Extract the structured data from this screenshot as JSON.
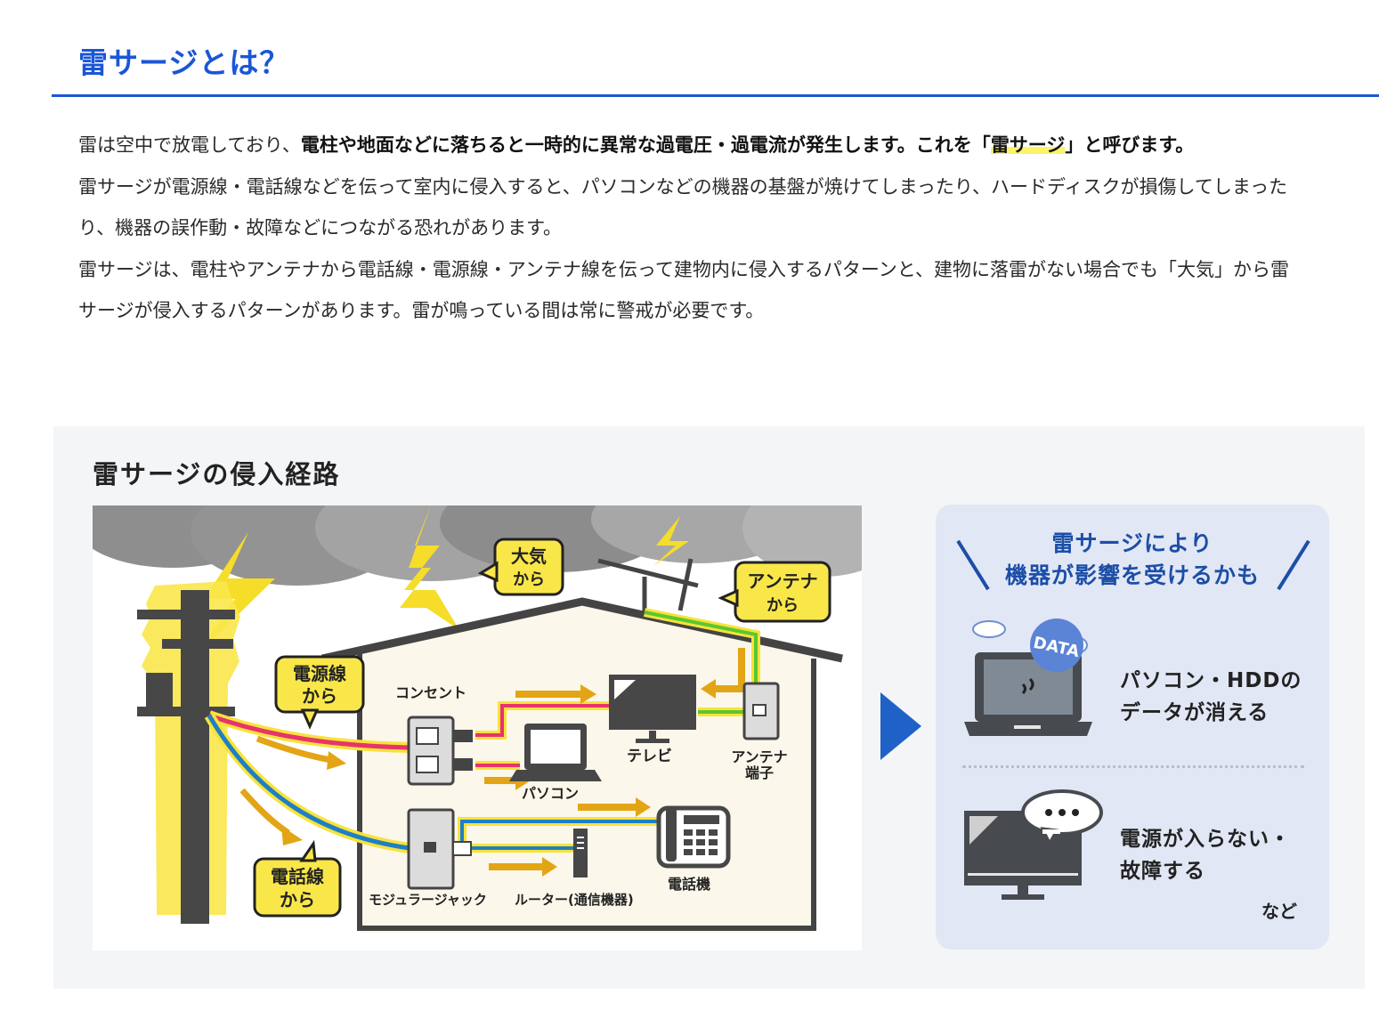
{
  "header": {
    "title": "雷サージとは？",
    "accent_color": "#1a56d6"
  },
  "intro": {
    "p1": {
      "plain": "雷は空中で放電しており、",
      "bold_1": "電柱や地面などに落ちると一時的に異常な過電圧・過電流が発生します。これを「",
      "highlight": "雷サージ",
      "bold_2": "」と呼びます。"
    },
    "p2": "雷サージが電源線・電話線などを伝って室内に侵入すると、パソコンなどの機器の基盤が焼けてしまったり、ハードディスクが損傷してしまったり、機器の誤作動・故障などにつながる恐れがあります。",
    "p3": "雷サージは、電柱やアンテナから電話線・電源線・アンテナ線を伝って建物内に侵入するパターンと、建物に落雷がない場合でも「大気」から雷サージが侵入するパターンがあります。雷が鳴っている間は常に警戒が必要です。"
  },
  "diagram": {
    "title": "雷サージの侵入経路",
    "callouts": {
      "power_line": [
        "電源線",
        "から"
      ],
      "phone_line": [
        "電話線",
        "から"
      ],
      "atmosphere": [
        "大気",
        "から"
      ],
      "antenna": [
        "アンテナ",
        "から"
      ]
    },
    "labels": {
      "outlet": "コンセント",
      "tv": "テレビ",
      "antenna_terminal": [
        "アンテナ",
        "端子"
      ],
      "pc": "パソコン",
      "modular_jack": "モジュラージャック",
      "router": "ルーター(通信機器)",
      "telephone": "電話機"
    },
    "colors": {
      "power_line": "#e8336b",
      "phone_line": "#1f7fc4",
      "antenna_line": "#5cc72e",
      "surge_glow": "#f7e33b",
      "flow_arrow": "#e3a515"
    }
  },
  "effects": {
    "title_line1": "雷サージにより",
    "title_line2": "機器が影響を受けるかも",
    "items": [
      {
        "icon": "laptop-data-loss-icon",
        "badge": "DATA",
        "line1": "パソコン・HDDの",
        "line2": "データが消える"
      },
      {
        "icon": "tv-malfunction-icon",
        "line1": "電源が入らない・",
        "line2": "故障する"
      }
    ],
    "etc": "など"
  }
}
